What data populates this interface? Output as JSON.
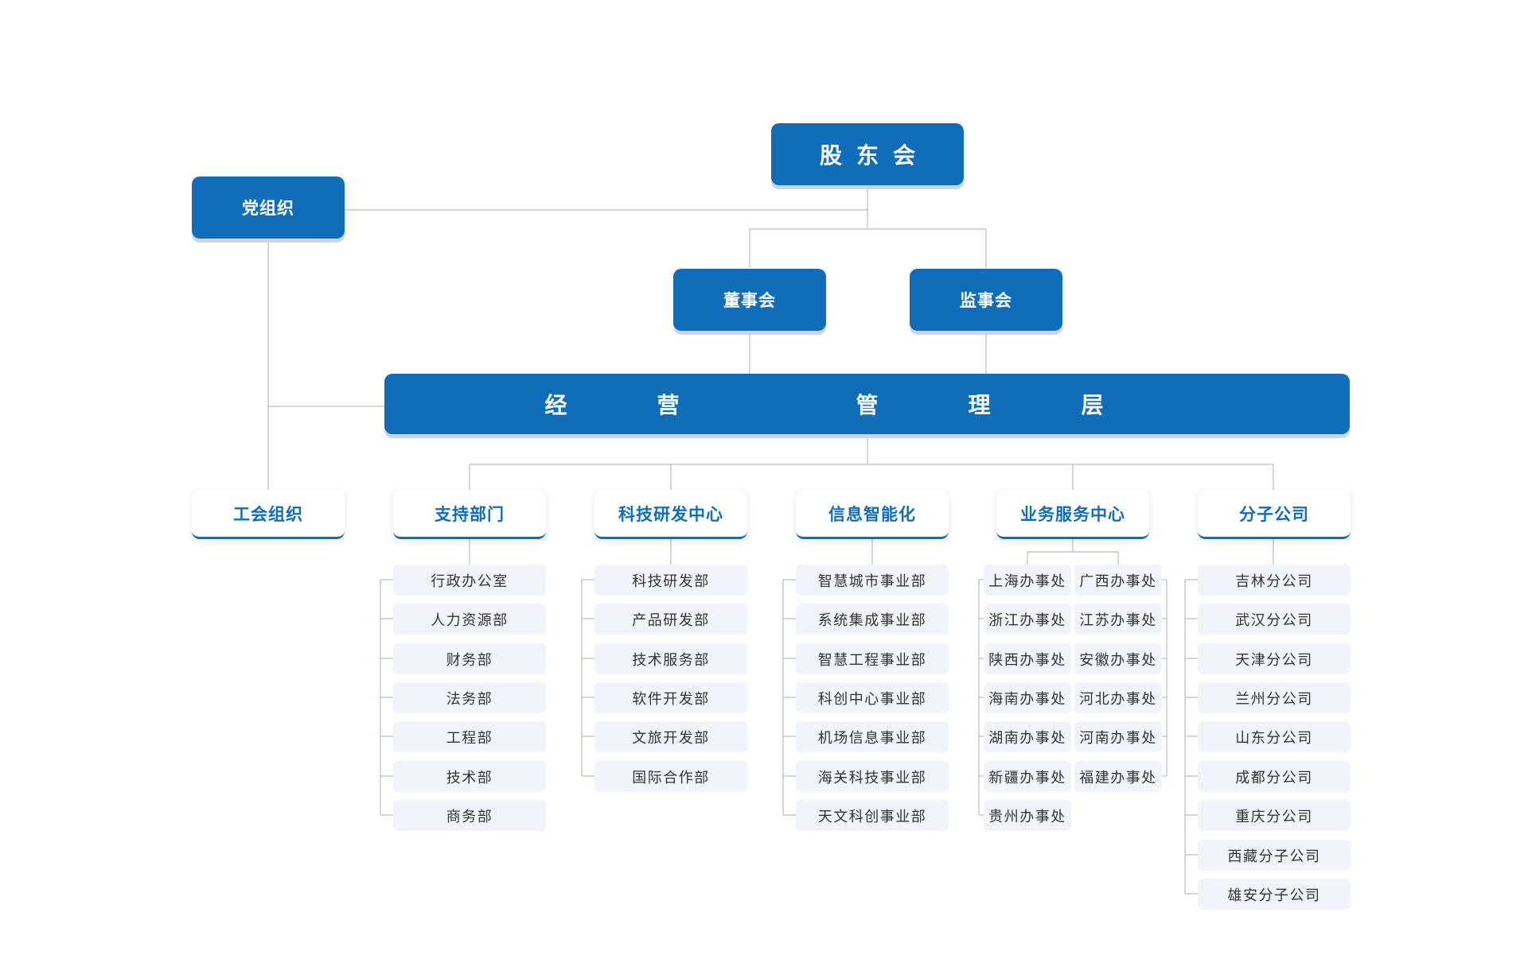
{
  "top": {
    "shareholders": "股东会",
    "party": "党组织"
  },
  "boards": {
    "directors": "董事会",
    "supervisors": "监事会"
  },
  "management": {
    "chars": [
      "经",
      "营",
      "管",
      "理",
      "层"
    ]
  },
  "departments": {
    "union": "工会组织",
    "support": "支持部门",
    "rnd": "科技研发中心",
    "intelligence": "信息智能化",
    "service": "业务服务中心",
    "branches": "分子公司"
  },
  "support_items": [
    "行政办公室",
    "人力资源部",
    "财务部",
    "法务部",
    "工程部",
    "技术部",
    "商务部"
  ],
  "rnd_items": [
    "科技研发部",
    "产品研发部",
    "技术服务部",
    "软件开发部",
    "文旅开发部",
    "国际合作部"
  ],
  "intelligence_items": [
    "智慧城市事业部",
    "系统集成事业部",
    "智慧工程事业部",
    "科创中心事业部",
    "机场信息事业部",
    "海关科技事业部",
    "天文科创事业部"
  ],
  "service_left_items": [
    "上海办事处",
    "浙江办事处",
    "陕西办事处",
    "海南办事处",
    "湖南办事处",
    "新疆办事处",
    "贵州办事处"
  ],
  "service_right_items": [
    "广西办事处",
    "江苏办事处",
    "安徽办事处",
    "河北办事处",
    "河南办事处",
    "福建办事处"
  ],
  "branch_items": [
    "吉林分公司",
    "武汉分公司",
    "天津分公司",
    "兰州分公司",
    "山东分公司",
    "成都分公司",
    "重庆分公司",
    "西藏分子公司",
    "雄安分子公司"
  ],
  "colors": {
    "primary": "#0f6dba",
    "line": "#b5bcc6",
    "leaf_bg": "#f1f5fb"
  }
}
